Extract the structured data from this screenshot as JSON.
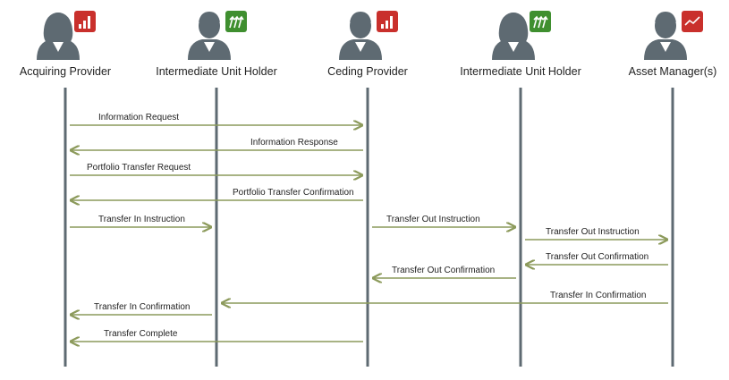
{
  "colors": {
    "lifeline": "#5e6a72",
    "arrow": "#8c9a5b",
    "person": "#5e6a72",
    "badge_red": "#c9302c",
    "badge_green": "#3f8f2f"
  },
  "actors": [
    {
      "label": "Acquiring Provider",
      "gender": "female",
      "badge": "red",
      "badge_icon": "bar-chart-icon"
    },
    {
      "label": "Intermediate Unit Holder",
      "gender": "male",
      "badge": "green",
      "badge_icon": "arrows-up-icon"
    },
    {
      "label": "Ceding Provider",
      "gender": "male",
      "badge": "red",
      "badge_icon": "bar-chart-icon"
    },
    {
      "label": "Intermediate Unit Holder",
      "gender": "female",
      "badge": "green",
      "badge_icon": "arrows-up-icon"
    },
    {
      "label": "Asset Manager(s)",
      "gender": "male",
      "badge": "red",
      "badge_icon": "trend-line-icon"
    }
  ],
  "messages": [
    {
      "label": "Information Request",
      "from": 0,
      "to": 2
    },
    {
      "label": "Information Response",
      "from": 2,
      "to": 0
    },
    {
      "label": "Portfolio Transfer Request",
      "from": 0,
      "to": 2
    },
    {
      "label": "Portfolio Transfer Confirmation",
      "from": 2,
      "to": 0
    },
    {
      "label": "Transfer In Instruction",
      "from": 0,
      "to": 1
    },
    {
      "label": "Transfer Out Instruction",
      "from": 2,
      "to": 3
    },
    {
      "label": "Transfer Out Instruction",
      "from": 3,
      "to": 4
    },
    {
      "label": "Transfer Out Confirmation",
      "from": 4,
      "to": 3
    },
    {
      "label": "Transfer Out Confirmation",
      "from": 3,
      "to": 2
    },
    {
      "label": "Transfer In Confirmation",
      "from": 4,
      "to": 1
    },
    {
      "label": "Transfer In Confirmation",
      "from": 1,
      "to": 0
    },
    {
      "label": "Transfer Complete",
      "from": 2,
      "to": 0
    }
  ]
}
